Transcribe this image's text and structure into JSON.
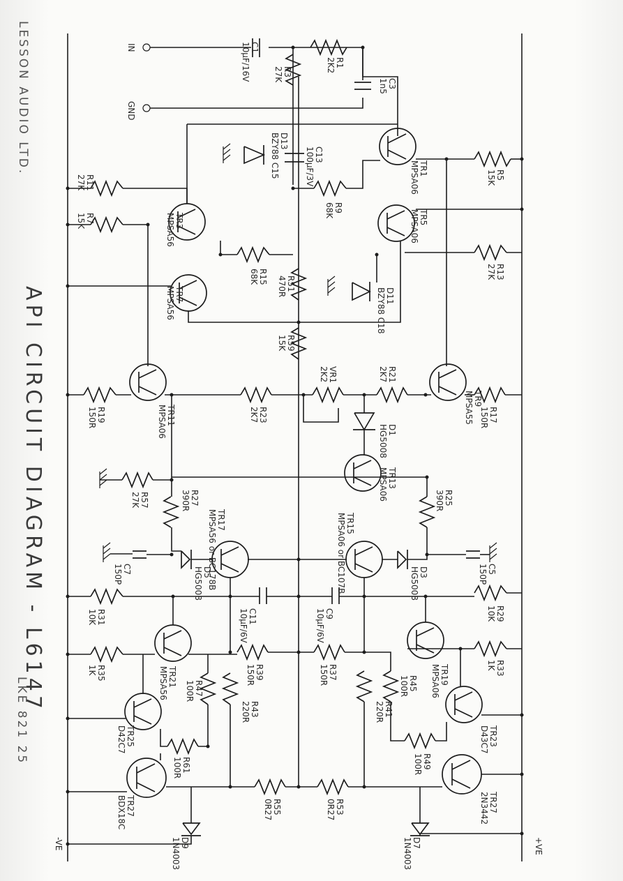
{
  "title": "API CIRCUIT DIAGRAM - L6147",
  "company": "LESSON AUDIO LTD.",
  "code": "LKE 821 25",
  "terminals": {
    "in": "IN",
    "gnd": "GND",
    "v_pos": "+VE",
    "v_neg": "-VE"
  },
  "components": [
    {
      "id": "c1",
      "ref": "C1",
      "value": "10µF/16V"
    },
    {
      "id": "r1",
      "ref": "R1",
      "value": "2K2"
    },
    {
      "id": "r3",
      "ref": "R3",
      "value": "27K"
    },
    {
      "id": "c3",
      "ref": "C3",
      "value": "1n5"
    },
    {
      "id": "d13",
      "ref": "D13",
      "value": "BZY88 C15"
    },
    {
      "id": "c13",
      "ref": "C13",
      "value": "100µF/3V"
    },
    {
      "id": "r9",
      "ref": "R9",
      "value": "68K"
    },
    {
      "id": "r11",
      "ref": "R11",
      "value": "27K"
    },
    {
      "id": "tr1",
      "ref": "TR1",
      "value": "MPSA06"
    },
    {
      "id": "r5",
      "ref": "R5",
      "value": "15K"
    },
    {
      "id": "r7",
      "ref": "R7",
      "value": "15K"
    },
    {
      "id": "tr3",
      "ref": "TR3",
      "value": "MPSA56"
    },
    {
      "id": "tr5",
      "ref": "TR5",
      "value": "MPSA06"
    },
    {
      "id": "r15",
      "ref": "R15",
      "value": "68K"
    },
    {
      "id": "r13",
      "ref": "R13",
      "value": "27K"
    },
    {
      "id": "d11",
      "ref": "D11",
      "value": "BZY88 C18"
    },
    {
      "id": "r51",
      "ref": "R51",
      "value": "470R"
    },
    {
      "id": "tr7",
      "ref": "TR7",
      "value": "MPSA56"
    },
    {
      "id": "r59",
      "ref": "R59",
      "value": "15K"
    },
    {
      "id": "vr1",
      "ref": "VR1",
      "value": "2K2"
    },
    {
      "id": "r21",
      "ref": "R21",
      "value": "2K7"
    },
    {
      "id": "tr9",
      "ref": "TR9",
      "value": "MPSA55"
    },
    {
      "id": "r17",
      "ref": "R17",
      "value": "150R"
    },
    {
      "id": "r19",
      "ref": "R19",
      "value": "150R"
    },
    {
      "id": "tr11",
      "ref": "TR11",
      "value": "MPSA06"
    },
    {
      "id": "r23",
      "ref": "R23",
      "value": "2K7"
    },
    {
      "id": "d1",
      "ref": "D1",
      "value": "HG5008"
    },
    {
      "id": "tr13",
      "ref": "TR13",
      "value": "MPSA06"
    },
    {
      "id": "r57",
      "ref": "R57",
      "value": "27K"
    },
    {
      "id": "r27",
      "ref": "R27",
      "value": "390R"
    },
    {
      "id": "r25",
      "ref": "R25",
      "value": "390R"
    },
    {
      "id": "tr17",
      "ref": "TR17",
      "value": "MPSA56 or BC178B"
    },
    {
      "id": "tr15",
      "ref": "TR15",
      "value": "MPSA06 or BC107B"
    },
    {
      "id": "c7",
      "ref": "C7",
      "value": "150P"
    },
    {
      "id": "d5",
      "ref": "D5",
      "value": "HG5008"
    },
    {
      "id": "d3",
      "ref": "D3",
      "value": "HG5008"
    },
    {
      "id": "c5",
      "ref": "C5",
      "value": "150P"
    },
    {
      "id": "r31",
      "ref": "R31",
      "value": "10K"
    },
    {
      "id": "c11",
      "ref": "C11",
      "value": "10µF/6V"
    },
    {
      "id": "c9",
      "ref": "C9",
      "value": "10µF/6V"
    },
    {
      "id": "r29",
      "ref": "R29",
      "value": "10K"
    },
    {
      "id": "r35",
      "ref": "R35",
      "value": "1K"
    },
    {
      "id": "tr21",
      "ref": "TR21",
      "value": "MPSA56"
    },
    {
      "id": "r39",
      "ref": "R39",
      "value": "150R"
    },
    {
      "id": "r37",
      "ref": "R37",
      "value": "150R"
    },
    {
      "id": "tr19",
      "ref": "TR19",
      "value": "MPSA06"
    },
    {
      "id": "r33",
      "ref": "R33",
      "value": "1K"
    },
    {
      "id": "r47",
      "ref": "R47",
      "value": "100R"
    },
    {
      "id": "r43",
      "ref": "R43",
      "value": "220R"
    },
    {
      "id": "r41",
      "ref": "R41",
      "value": "220R"
    },
    {
      "id": "r45",
      "ref": "R45",
      "value": "100R"
    },
    {
      "id": "tr25",
      "ref": "TR25",
      "value": "D42C7"
    },
    {
      "id": "tr23",
      "ref": "TR23",
      "value": "D43C7"
    },
    {
      "id": "r61",
      "ref": "R61",
      "value": "100R"
    },
    {
      "id": "r49",
      "ref": "R49",
      "value": "100R"
    },
    {
      "id": "tr27",
      "ref": "TR27",
      "value": "BDX18C"
    },
    {
      "id": "trn",
      "ref": "TR27",
      "value": "2N3442"
    },
    {
      "id": "r55",
      "ref": "R55",
      "value": "0R27"
    },
    {
      "id": "r53",
      "ref": "R53",
      "value": "0R27"
    },
    {
      "id": "d9",
      "ref": "D9",
      "value": "1N4003"
    },
    {
      "id": "d7",
      "ref": "D7",
      "value": "1N4003"
    }
  ]
}
